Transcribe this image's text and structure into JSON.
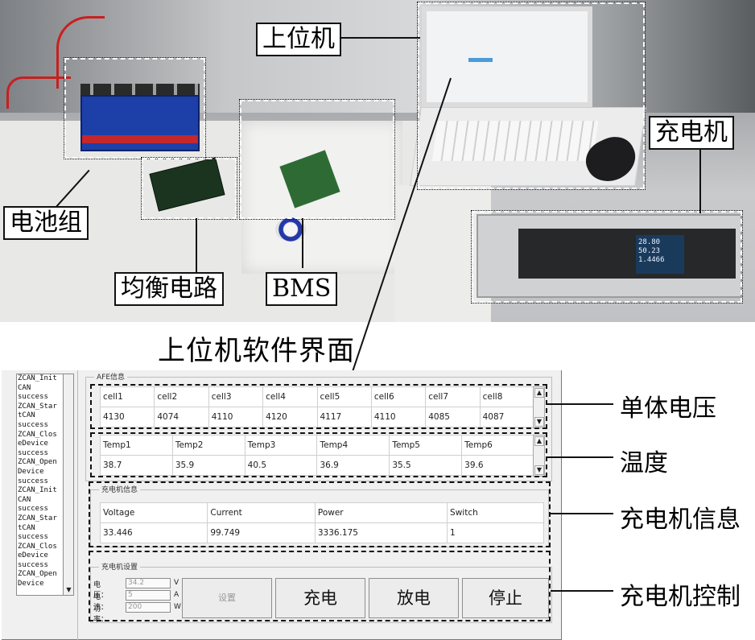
{
  "photo": {
    "labels": {
      "host": "上位机",
      "charger": "充电机",
      "battery": "电池组",
      "balance": "均衡电路",
      "bms": "BMS"
    },
    "charger_display": [
      "28.80",
      "50.23",
      "1.4466"
    ]
  },
  "caption": "上位机软件界面",
  "software": {
    "log_lines": [
      "ZCAN_Init",
      "CAN",
      "success",
      "ZCAN_Star",
      "tCAN",
      "success",
      "ZCAN_Clos",
      "eDevice",
      "success",
      "ZCAN_Open",
      "Device",
      "success",
      "ZCAN_Init",
      "CAN",
      "success",
      "ZCAN_Star",
      "tCAN",
      "success",
      "ZCAN_Clos",
      "eDevice",
      "success",
      "ZCAN_Open",
      "Device"
    ],
    "afe_group_title": "AFE信息",
    "cells": {
      "headers": [
        "cell1",
        "cell2",
        "cell3",
        "cell4",
        "cell5",
        "cell6",
        "cell7",
        "cell8"
      ],
      "values": [
        "4130",
        "4074",
        "4110",
        "4120",
        "4117",
        "4110",
        "4085",
        "4087"
      ]
    },
    "temps": {
      "headers": [
        "Temp1",
        "Temp2",
        "Temp3",
        "Temp4",
        "Temp5",
        "Temp6"
      ],
      "values": [
        "38.7",
        "35.9",
        "40.5",
        "36.9",
        "35.5",
        "39.6"
      ]
    },
    "charger_info": {
      "title": "充电机信息",
      "headers": [
        "Voltage",
        "Current",
        "Power",
        "Switch"
      ],
      "values": [
        "33.446",
        "99.749",
        "3336.175",
        "1"
      ]
    },
    "charger_settings": {
      "title": "充电机设置",
      "fields": [
        {
          "label": "电压：",
          "value": "34.2",
          "unit": "V"
        },
        {
          "label": "电流：",
          "value": "5",
          "unit": "A"
        },
        {
          "label": "功率：",
          "value": "200",
          "unit": "W"
        }
      ],
      "buttons": {
        "set": "设置",
        "charge": "充电",
        "discharge": "放电",
        "stop": "停止"
      }
    }
  },
  "annotations": {
    "cell_voltage": "单体电压",
    "temperature": "温度",
    "charger_info": "充电机信息",
    "charger_control": "充电机控制"
  }
}
